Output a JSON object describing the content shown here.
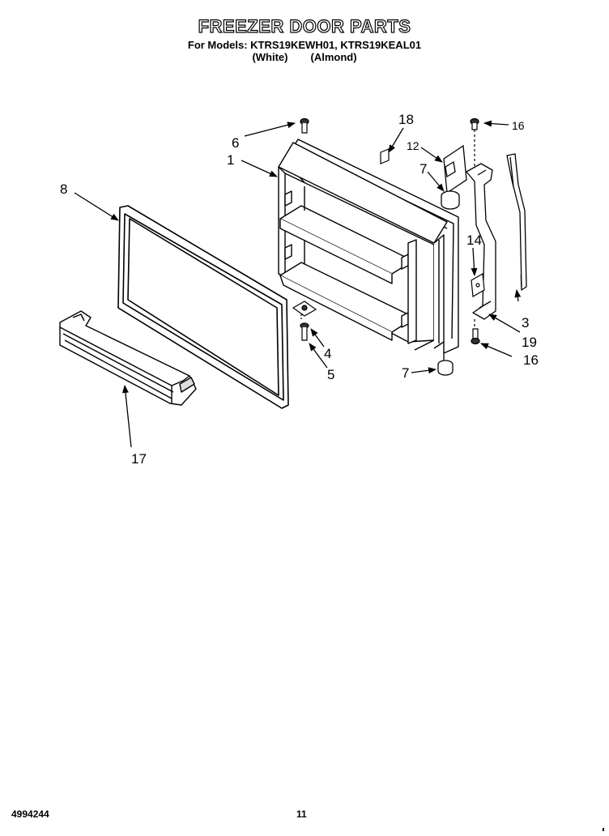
{
  "header": {
    "title": "FREEZER DOOR PARTS",
    "models_line": "For Models: KTRS19KEWH01, KTRS19KEAL01",
    "color_1": "(White)",
    "color_2": "(Almond)"
  },
  "callouts": {
    "p1": "1",
    "p3": "3",
    "p4": "4",
    "p5": "5",
    "p6": "6",
    "p7a": "7",
    "p7b": "7",
    "p8": "8",
    "p12": "12",
    "p14": "14",
    "p16a": "16",
    "p16b": "16",
    "p17": "17",
    "p18": "18",
    "p19": "19"
  },
  "footer": {
    "doc_number": "4994244",
    "page_number": "11"
  }
}
